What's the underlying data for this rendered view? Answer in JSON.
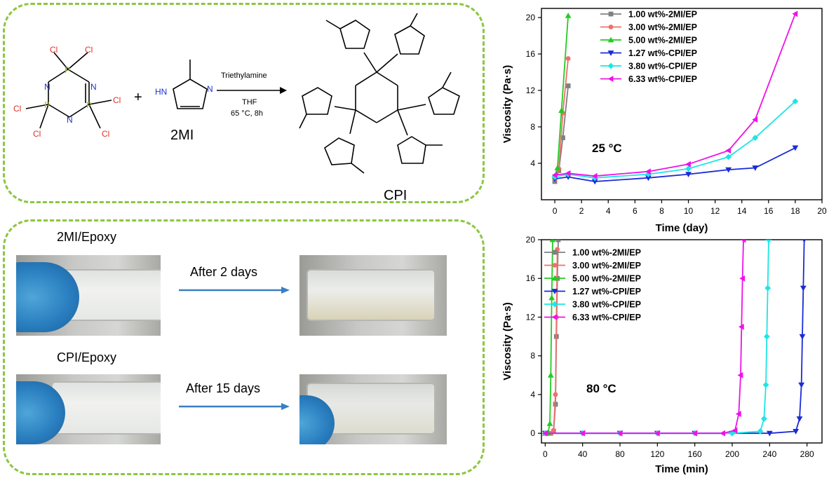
{
  "reaction": {
    "reagent_label": "2MI",
    "product_label": "CPI",
    "arrow_top": "Triethylamine",
    "arrow_mid": "THF",
    "arrow_bottom": "65 °C, 8h",
    "plus": "+",
    "atom_cl": "Cl",
    "atom_p": "P",
    "atom_n": "N",
    "atom_hn": "HN"
  },
  "photos": {
    "row1_label": "2MI/Epoxy",
    "row1_arrow": "After 2 days",
    "row2_label": "CPI/Epoxy",
    "row2_arrow": "After 15 days"
  },
  "chart_data": [
    {
      "type": "line",
      "annotation": "25 °C",
      "xlabel": "Time (day)",
      "ylabel": "Viscosity (Pa·s)",
      "xlim": [
        -1,
        20
      ],
      "ylim": [
        0,
        21
      ],
      "xticks": [
        0,
        2,
        4,
        6,
        8,
        10,
        12,
        14,
        16,
        18,
        20
      ],
      "yticks": [
        4,
        8,
        12,
        16,
        20
      ],
      "legend_position": "top-center",
      "series": [
        {
          "name": "1.00 wt%-2MI/EP",
          "color": "#808080",
          "marker": "square",
          "x": [
            0,
            0.3,
            0.6,
            1
          ],
          "y": [
            2.0,
            3.2,
            6.8,
            12.5
          ]
        },
        {
          "name": "3.00 wt%-2MI/EP",
          "color": "#f0706a",
          "marker": "circle",
          "x": [
            0,
            0.3,
            0.6,
            1
          ],
          "y": [
            2.3,
            3.4,
            9.5,
            15.5
          ]
        },
        {
          "name": "5.00 wt%-2MI/EP",
          "color": "#22cc22",
          "marker": "triangle-up",
          "x": [
            0,
            0.2,
            0.5,
            1
          ],
          "y": [
            2.6,
            3.5,
            9.8,
            20.2
          ]
        },
        {
          "name": "1.27 wt%-CPI/EP",
          "color": "#1a2bd6",
          "marker": "triangle-down",
          "x": [
            0,
            1,
            3,
            7,
            10,
            13,
            15,
            18
          ],
          "y": [
            2.3,
            2.5,
            2.0,
            2.4,
            2.8,
            3.3,
            3.5,
            5.7
          ]
        },
        {
          "name": "3.80 wt%-CPI/EP",
          "color": "#1de5e5",
          "marker": "diamond",
          "x": [
            0,
            1,
            3,
            7,
            10,
            13,
            15,
            18
          ],
          "y": [
            2.5,
            2.8,
            2.4,
            2.8,
            3.4,
            4.7,
            6.8,
            10.8
          ]
        },
        {
          "name": "6.33 wt%-CPI/EP",
          "color": "#f010e8",
          "marker": "triangle-left",
          "x": [
            0,
            1,
            3,
            7,
            10,
            13,
            15,
            18
          ],
          "y": [
            2.7,
            2.9,
            2.6,
            3.1,
            3.9,
            5.4,
            8.8,
            20.4
          ]
        }
      ]
    },
    {
      "type": "line",
      "annotation": "80 °C",
      "xlabel": "Time (min)",
      "ylabel": "Viscosity (Pa·s)",
      "xlim": [
        -4,
        296
      ],
      "ylim": [
        -1,
        20
      ],
      "xticks": [
        0,
        40,
        80,
        120,
        160,
        200,
        240,
        280
      ],
      "yticks": [
        0,
        4,
        8,
        12,
        16,
        20
      ],
      "legend_position": "top-center",
      "series": [
        {
          "name": "1.00 wt%-2MI/EP",
          "color": "#808080",
          "marker": "square",
          "x": [
            0,
            6,
            9,
            11,
            12,
            13,
            14
          ],
          "y": [
            0,
            0,
            0.2,
            3,
            10,
            16,
            20
          ]
        },
        {
          "name": "3.00 wt%-2MI/EP",
          "color": "#f0706a",
          "marker": "circle",
          "x": [
            0,
            6,
            9,
            11,
            12,
            13
          ],
          "y": [
            0,
            0,
            0.3,
            4,
            12,
            19
          ]
        },
        {
          "name": "5.00 wt%-2MI/EP",
          "color": "#22cc22",
          "marker": "triangle-up",
          "x": [
            0,
            3,
            5,
            6,
            7,
            8
          ],
          "y": [
            0,
            0,
            1,
            6,
            14,
            20
          ]
        },
        {
          "name": "1.27 wt%-CPI/EP",
          "color": "#1a2bd6",
          "marker": "triangle-down",
          "x": [
            0,
            40,
            80,
            120,
            160,
            200,
            240,
            268,
            272,
            274,
            275,
            276,
            277
          ],
          "y": [
            0,
            0,
            0,
            0,
            0,
            0,
            0,
            0.2,
            1.5,
            5,
            10,
            15,
            20
          ]
        },
        {
          "name": "3.80 wt%-CPI/EP",
          "color": "#1de5e5",
          "marker": "diamond",
          "x": [
            0,
            40,
            80,
            120,
            160,
            200,
            230,
            234,
            236,
            237,
            238,
            239
          ],
          "y": [
            0,
            0,
            0,
            0,
            0,
            0,
            0.2,
            1.5,
            5,
            10,
            15,
            20
          ]
        },
        {
          "name": "6.33 wt%-CPI/EP",
          "color": "#f010e8",
          "marker": "triangle-left",
          "x": [
            0,
            40,
            80,
            120,
            160,
            190,
            203,
            207,
            209,
            210,
            211,
            212
          ],
          "y": [
            0,
            0,
            0,
            0,
            0,
            0,
            0.3,
            2,
            6,
            11,
            16,
            20
          ]
        }
      ]
    }
  ]
}
